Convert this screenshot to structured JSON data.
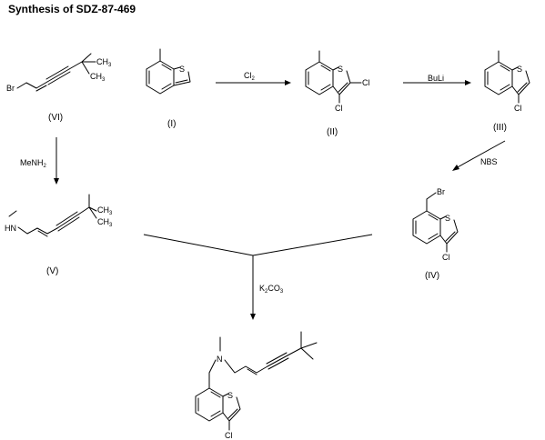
{
  "title": "Synthesis of SDZ-87-469",
  "compounds": {
    "VI": {
      "label": "(VI)",
      "atoms": {
        "br": "Br",
        "ch3_a": "CH",
        "ch3_a_sub": "3",
        "ch3_b": "CH",
        "ch3_b_sub": "3"
      }
    },
    "I": {
      "label": "(I)",
      "atoms": {
        "s": "S"
      }
    },
    "II": {
      "label": "(II)",
      "atoms": {
        "s": "S",
        "cl2": "Cl",
        "cl3": "Cl"
      }
    },
    "III": {
      "label": "(III)",
      "atoms": {
        "s": "S",
        "cl3": "Cl"
      }
    },
    "IV": {
      "label": "(IV)",
      "atoms": {
        "br": "Br",
        "s": "S",
        "cl3": "Cl"
      }
    },
    "V": {
      "label": "(V)",
      "atoms": {
        "n": "HN",
        "ch3_a": "CH",
        "ch3_a_sub": "3",
        "ch3_b": "CH",
        "ch3_b_sub": "3"
      }
    },
    "product": {
      "atoms": {
        "n": "N",
        "s": "S",
        "cl3": "Cl"
      }
    }
  },
  "reagents": {
    "cl2": {
      "main": "Cl",
      "sub": "2"
    },
    "buli": "BuLi",
    "nbs": "NBS",
    "menh2": {
      "main": "MeNH",
      "sub": "2"
    },
    "k2co3": {
      "a": "K",
      "a_sub": "2",
      "b": "CO",
      "b_sub": "3"
    }
  }
}
